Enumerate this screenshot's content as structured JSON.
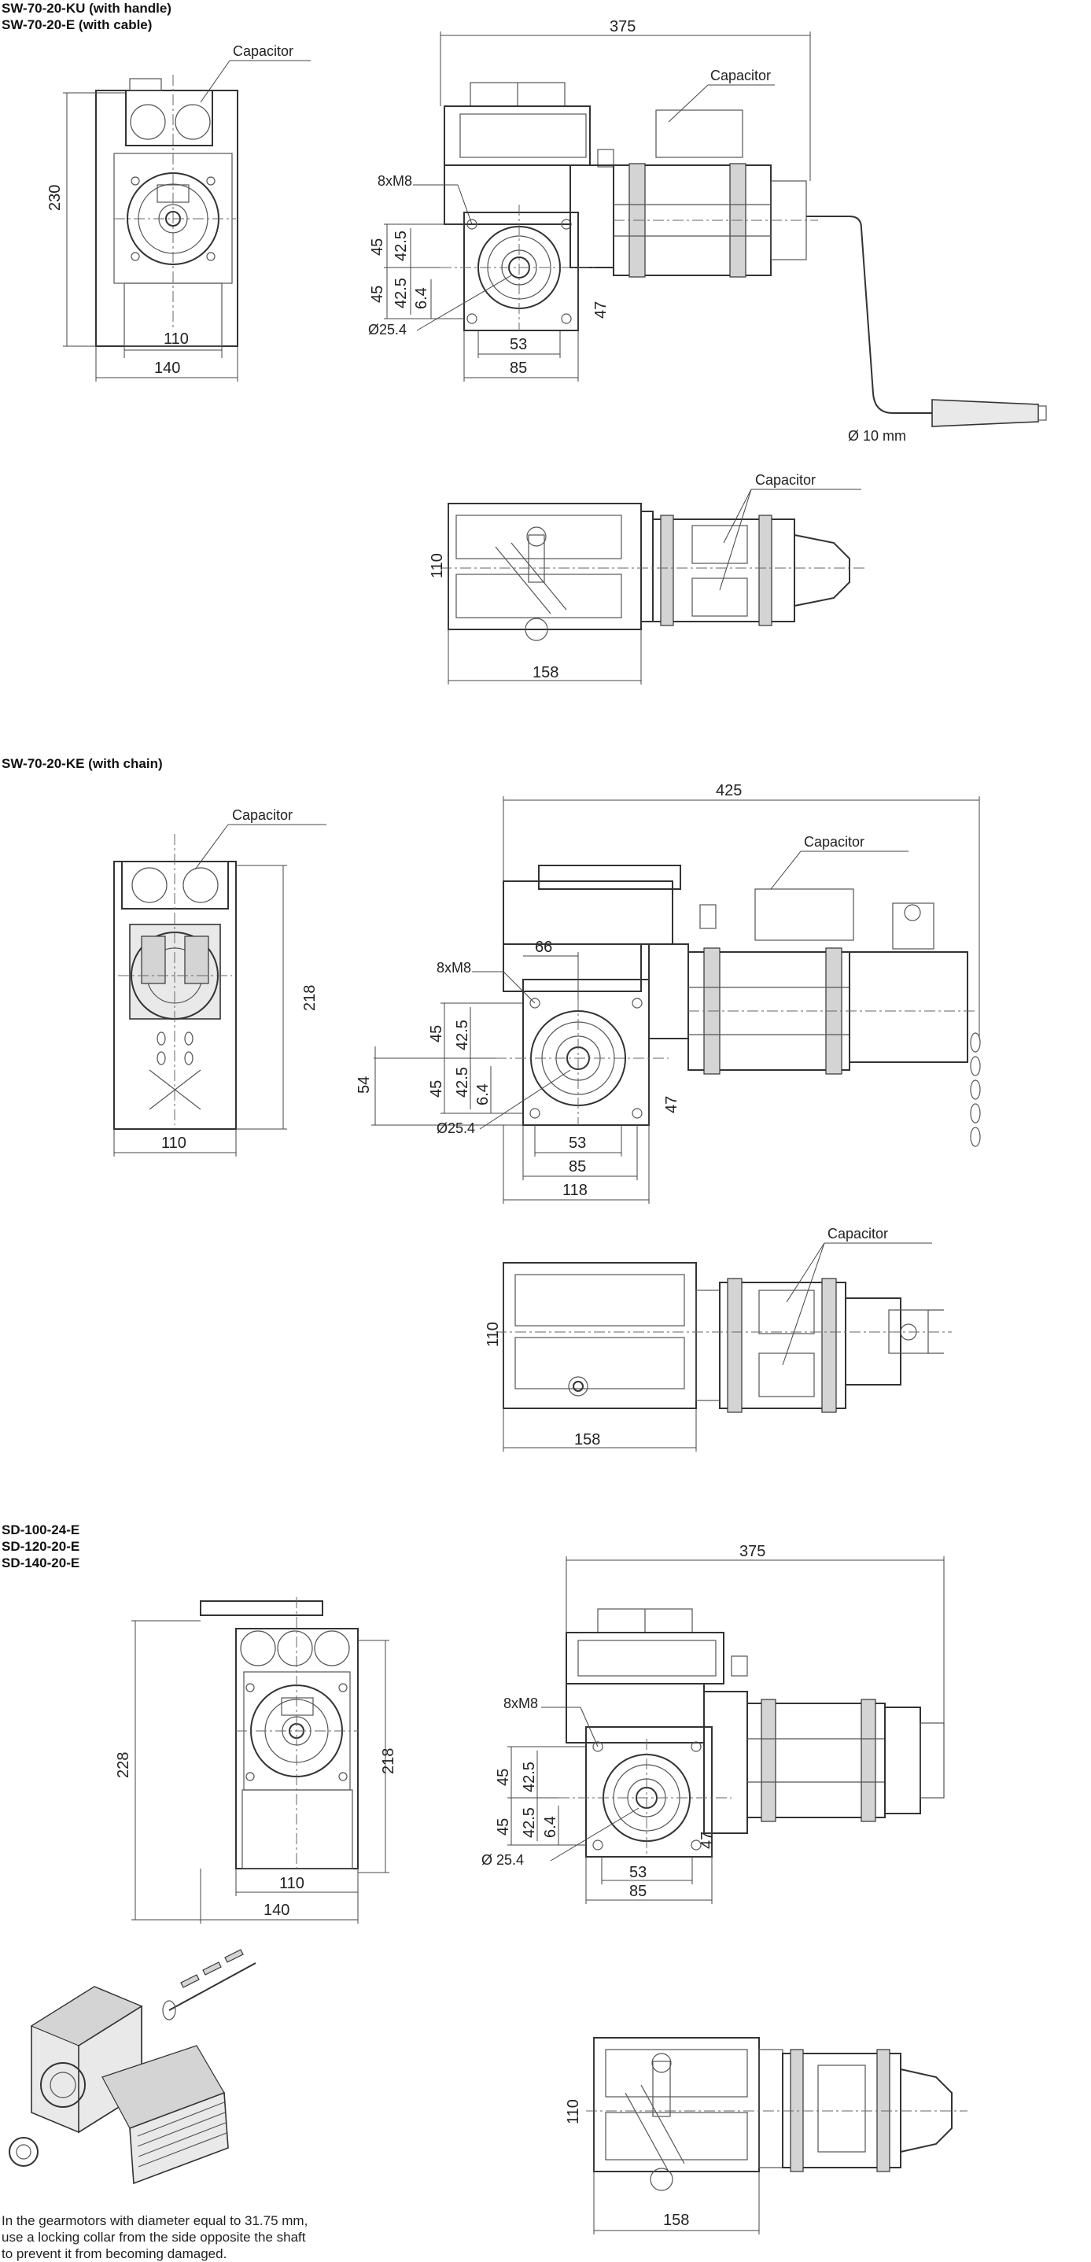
{
  "sections": [
    {
      "models": [
        "SW-70-20-KU (with handle)",
        "SW-70-20-E (with cable)"
      ]
    },
    {
      "models": [
        "SW-70-20-KE (with chain)"
      ]
    },
    {
      "models": [
        "SD-100-24-E",
        "SD-120-20-E",
        "SD-140-20-E"
      ]
    }
  ],
  "labels": {
    "capacitor": "Capacitor",
    "bolts": "8xM8",
    "bore_a": "Ø25.4",
    "bore_b": "Ø 25.4",
    "handle_rod": "Ø 10 mm"
  },
  "dims": {
    "d375": "375",
    "d425": "425",
    "d230": "230",
    "d228": "228",
    "d218": "218",
    "d110": "110",
    "d140": "140",
    "d158": "158",
    "d118": "118",
    "d85": "85",
    "d66": "66",
    "d54": "54",
    "d53": "53",
    "d47": "47",
    "d45": "45",
    "d42_5": "42.5",
    "d6_4": "6.4"
  },
  "note": [
    "In the gearmotors with diameter equal to 31.75 mm,",
    "use a locking collar from the side opposite the shaft",
    "to prevent it from becoming damaged."
  ]
}
